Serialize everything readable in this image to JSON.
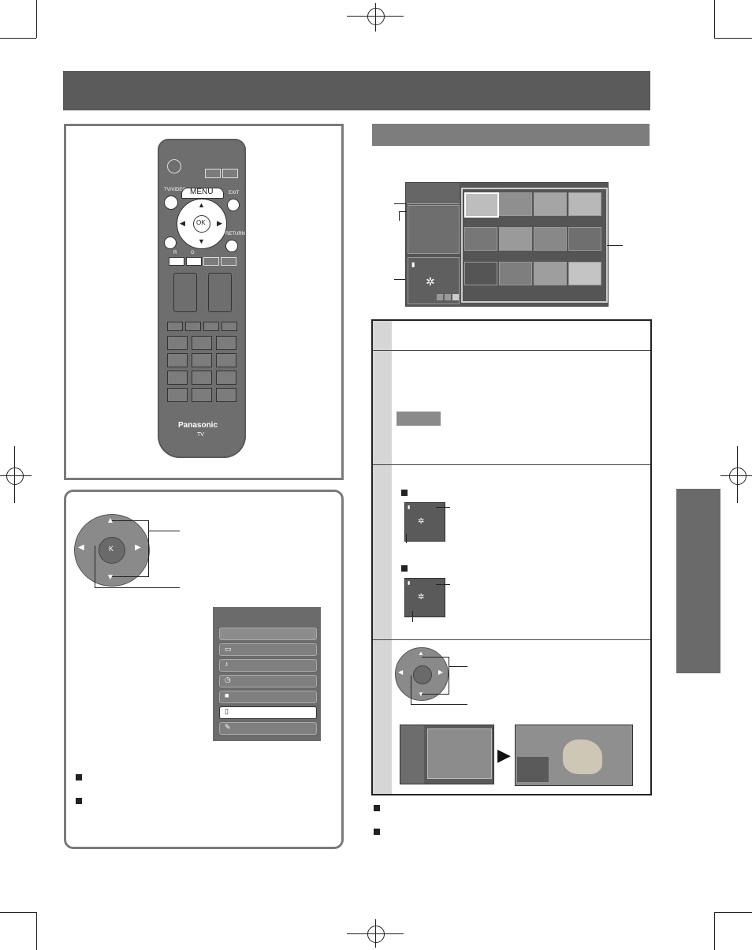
{
  "remote": {
    "menu_label": "MENU",
    "ok_label": "OK",
    "tv_video_label": "TV/VIDEO",
    "exit_label": "EXIT",
    "return_label": "RETURN",
    "r_label": "R",
    "g_label": "G",
    "brand": "Panasonic",
    "brand_sub": "TV"
  },
  "dpad_ok_label": "K"
}
